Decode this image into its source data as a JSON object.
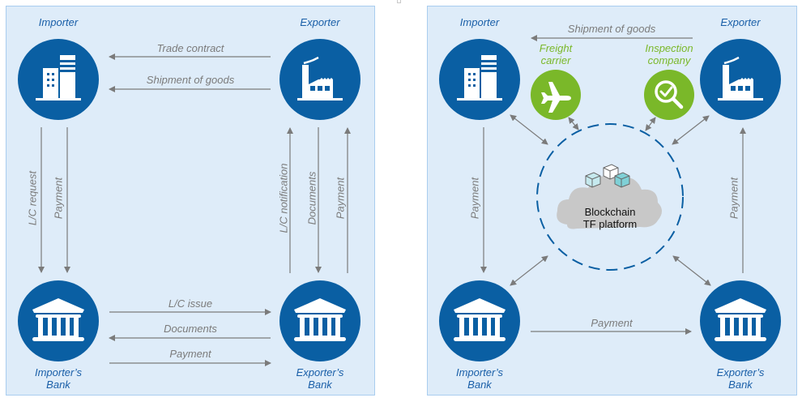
{
  "colors": {
    "panel_bg": "#deecf9",
    "panel_border": "#a9cdef",
    "actor_blue": "#0a5fa3",
    "actor_label": "#1a5fa8",
    "third_party_green": "#7ab829",
    "arrow_gray": "#7b7b7b",
    "cloud_gray": "#c8c8c8"
  },
  "left_diagram": {
    "title": "Traditional trade finance",
    "nodes": {
      "importer": {
        "label": "Importer",
        "icon": "office-building-icon"
      },
      "exporter": {
        "label": "Exporter",
        "icon": "factory-icon"
      },
      "importer_bank": {
        "label_line1": "Importer’s",
        "label_line2": "Bank",
        "icon": "bank-icon"
      },
      "exporter_bank": {
        "label_line1": "Exporter’s",
        "label_line2": "Bank",
        "icon": "bank-icon"
      }
    },
    "flows": {
      "trade_contract": "Trade contract",
      "shipment": "Shipment of goods",
      "lc_request": "L/C request",
      "importer_payment": "Payment",
      "lc_notification": "L/C notification",
      "exporter_documents": "Documents",
      "exporter_payment": "Payment",
      "lc_issue": "L/C issue",
      "bank_documents": "Documents",
      "bank_payment": "Payment"
    }
  },
  "right_diagram": {
    "title": "Blockchain trade finance",
    "nodes": {
      "importer": {
        "label": "Importer",
        "icon": "office-building-icon"
      },
      "exporter": {
        "label": "Exporter",
        "icon": "factory-icon"
      },
      "freight": {
        "label_line1": "Freight",
        "label_line2": "carrier",
        "icon": "airplane-icon"
      },
      "inspection": {
        "label_line1": "Inspection",
        "label_line2": "company",
        "icon": "magnifier-check-icon"
      },
      "importer_bank": {
        "label_line1": "Importer’s",
        "label_line2": "Bank",
        "icon": "bank-icon"
      },
      "exporter_bank": {
        "label_line1": "Exporter’s",
        "label_line2": "Bank",
        "icon": "bank-icon"
      },
      "platform": {
        "label_line1": "Blockchain",
        "label_line2": "TF platform",
        "icon": "blockchain-cubes-cloud-icon"
      }
    },
    "flows": {
      "shipment": "Shipment of goods",
      "importer_payment": "Payment",
      "exporter_payment": "Payment",
      "bank_payment": "Payment"
    }
  }
}
